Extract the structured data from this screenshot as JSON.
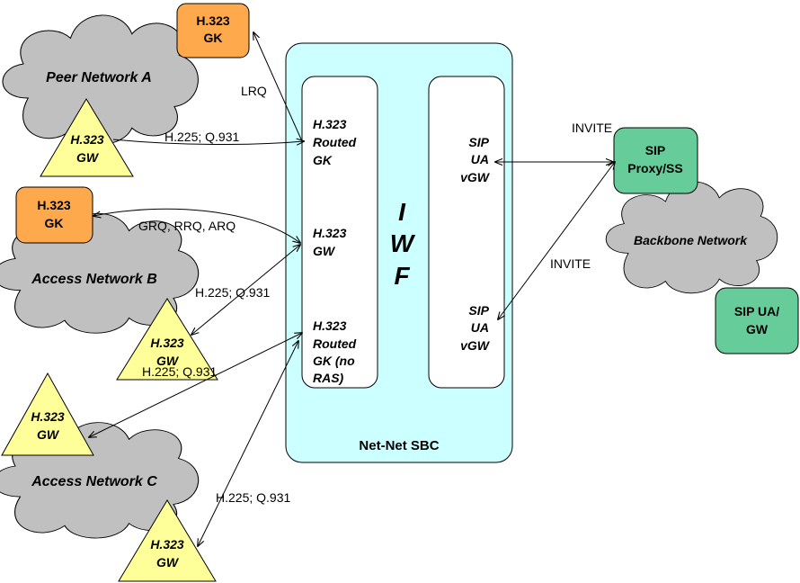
{
  "colors": {
    "cloud_fill": "#c0c0c0",
    "gateway_fill": "#ffff99",
    "gatekeeper_fill": "#ffa94d",
    "sip_box_fill": "#66cc99",
    "sbc_fill": "#ccffff",
    "column_fill": "#ffffff"
  },
  "clouds": {
    "peer_a": "Peer Network A",
    "access_b": "Access Network B",
    "access_c": "Access Network C",
    "backbone": "Backbone Network"
  },
  "gatekeepers": {
    "top": [
      "H.323",
      "GK"
    ],
    "access_b": [
      "H.323",
      "GK"
    ]
  },
  "gateways": {
    "peer_a": [
      "H.323",
      "GW"
    ],
    "access_b": [
      "H.323",
      "GW"
    ],
    "access_c_upper": [
      "H.323",
      "GW"
    ],
    "access_c_lower": [
      "H.323",
      "GW"
    ]
  },
  "sip_boxes": {
    "proxy": [
      "SIP",
      "Proxy/SS"
    ],
    "ua_gw": [
      "SIP UA/",
      "GW"
    ]
  },
  "sbc": {
    "title": "Net-Net SBC",
    "iwf_letters": [
      "I",
      "W",
      "F"
    ],
    "left_column": {
      "routed_gk": [
        "H.323",
        "Routed",
        "GK"
      ],
      "gw": [
        "H.323",
        "GW"
      ],
      "routed_gk_no_ras": [
        "H.323",
        "Routed",
        "GK (no",
        "RAS)"
      ]
    },
    "right_column": {
      "vgw_top": [
        "SIP",
        "UA",
        "vGW"
      ],
      "vgw_bottom": [
        "SIP",
        "UA",
        "vGW"
      ]
    }
  },
  "links": {
    "lrq": "LRQ",
    "peer_a_signaling": "H.225; Q.931",
    "ras": "GRQ, RRQ, ARQ",
    "access_b_signaling": "H.225; Q.931",
    "access_c_upper_signaling": "H.225; Q.931",
    "access_c_lower_signaling": "H.225; Q.931",
    "invite_top": "INVITE",
    "invite_bottom": "INVITE"
  }
}
